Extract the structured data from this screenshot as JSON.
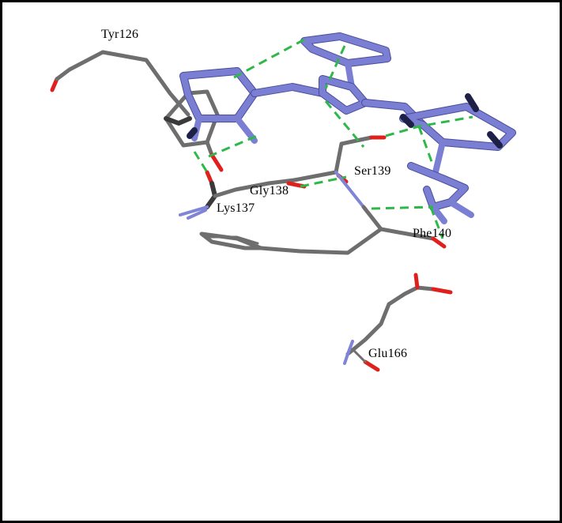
{
  "figure": {
    "residues": {
      "tyr126": "Tyr126",
      "ser139": "Ser139",
      "gly138": "Gly138",
      "lys137": "Lys137",
      "phe140": "Phe140",
      "glu166": "Glu166"
    },
    "colors": {
      "ligand": "#7b7fd3",
      "ligand_edge": "#4a4d9a",
      "protein": "#6e6e6e",
      "protein_edge": "#3c3c3c",
      "oxygen": "#e0201c",
      "nitrogen": "#7b7fd3",
      "hbond": "#2fb84a",
      "frame": "#000000"
    }
  }
}
